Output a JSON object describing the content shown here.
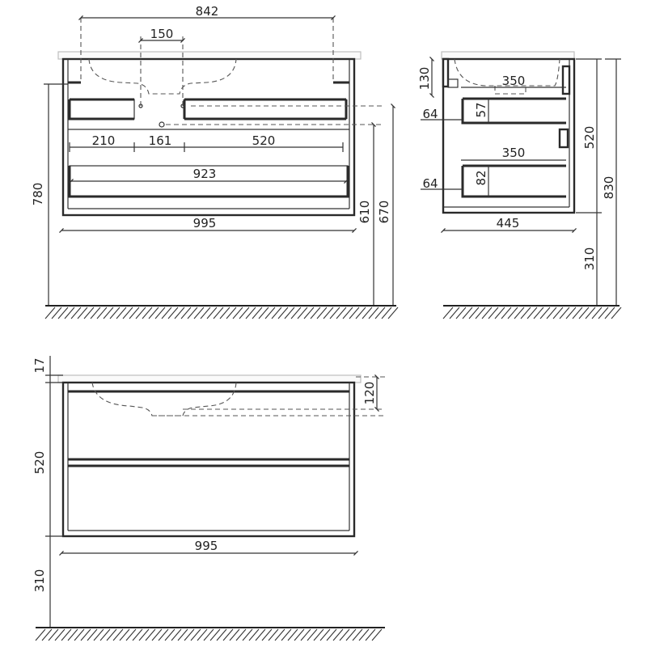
{
  "front_view": {
    "dims": {
      "sink_span": "842",
      "siphon_offset": "150",
      "drawer_left": "210",
      "drawer_gap": "161",
      "drawer_right": "520",
      "lower_drawer": "923",
      "width": "995",
      "height_total": "780",
      "height_610": "610",
      "height_670": "670"
    }
  },
  "side_view": {
    "dims": {
      "top": "130",
      "upper_depth": "350",
      "upper_shelf": "57",
      "upper_offset": "64",
      "lower_depth": "350",
      "lower_shelf": "82",
      "lower_offset": "64",
      "depth": "445",
      "body_height": "520",
      "total_height": "830",
      "floor_gap": "310"
    }
  },
  "bottom_view": {
    "dims": {
      "top_thickness": "17",
      "sink_depth": "120",
      "body_height": "520",
      "width": "995",
      "floor_gap": "310"
    }
  },
  "colors": {
    "line": "#2a2a2a",
    "countertop": "#bdbdbd"
  }
}
